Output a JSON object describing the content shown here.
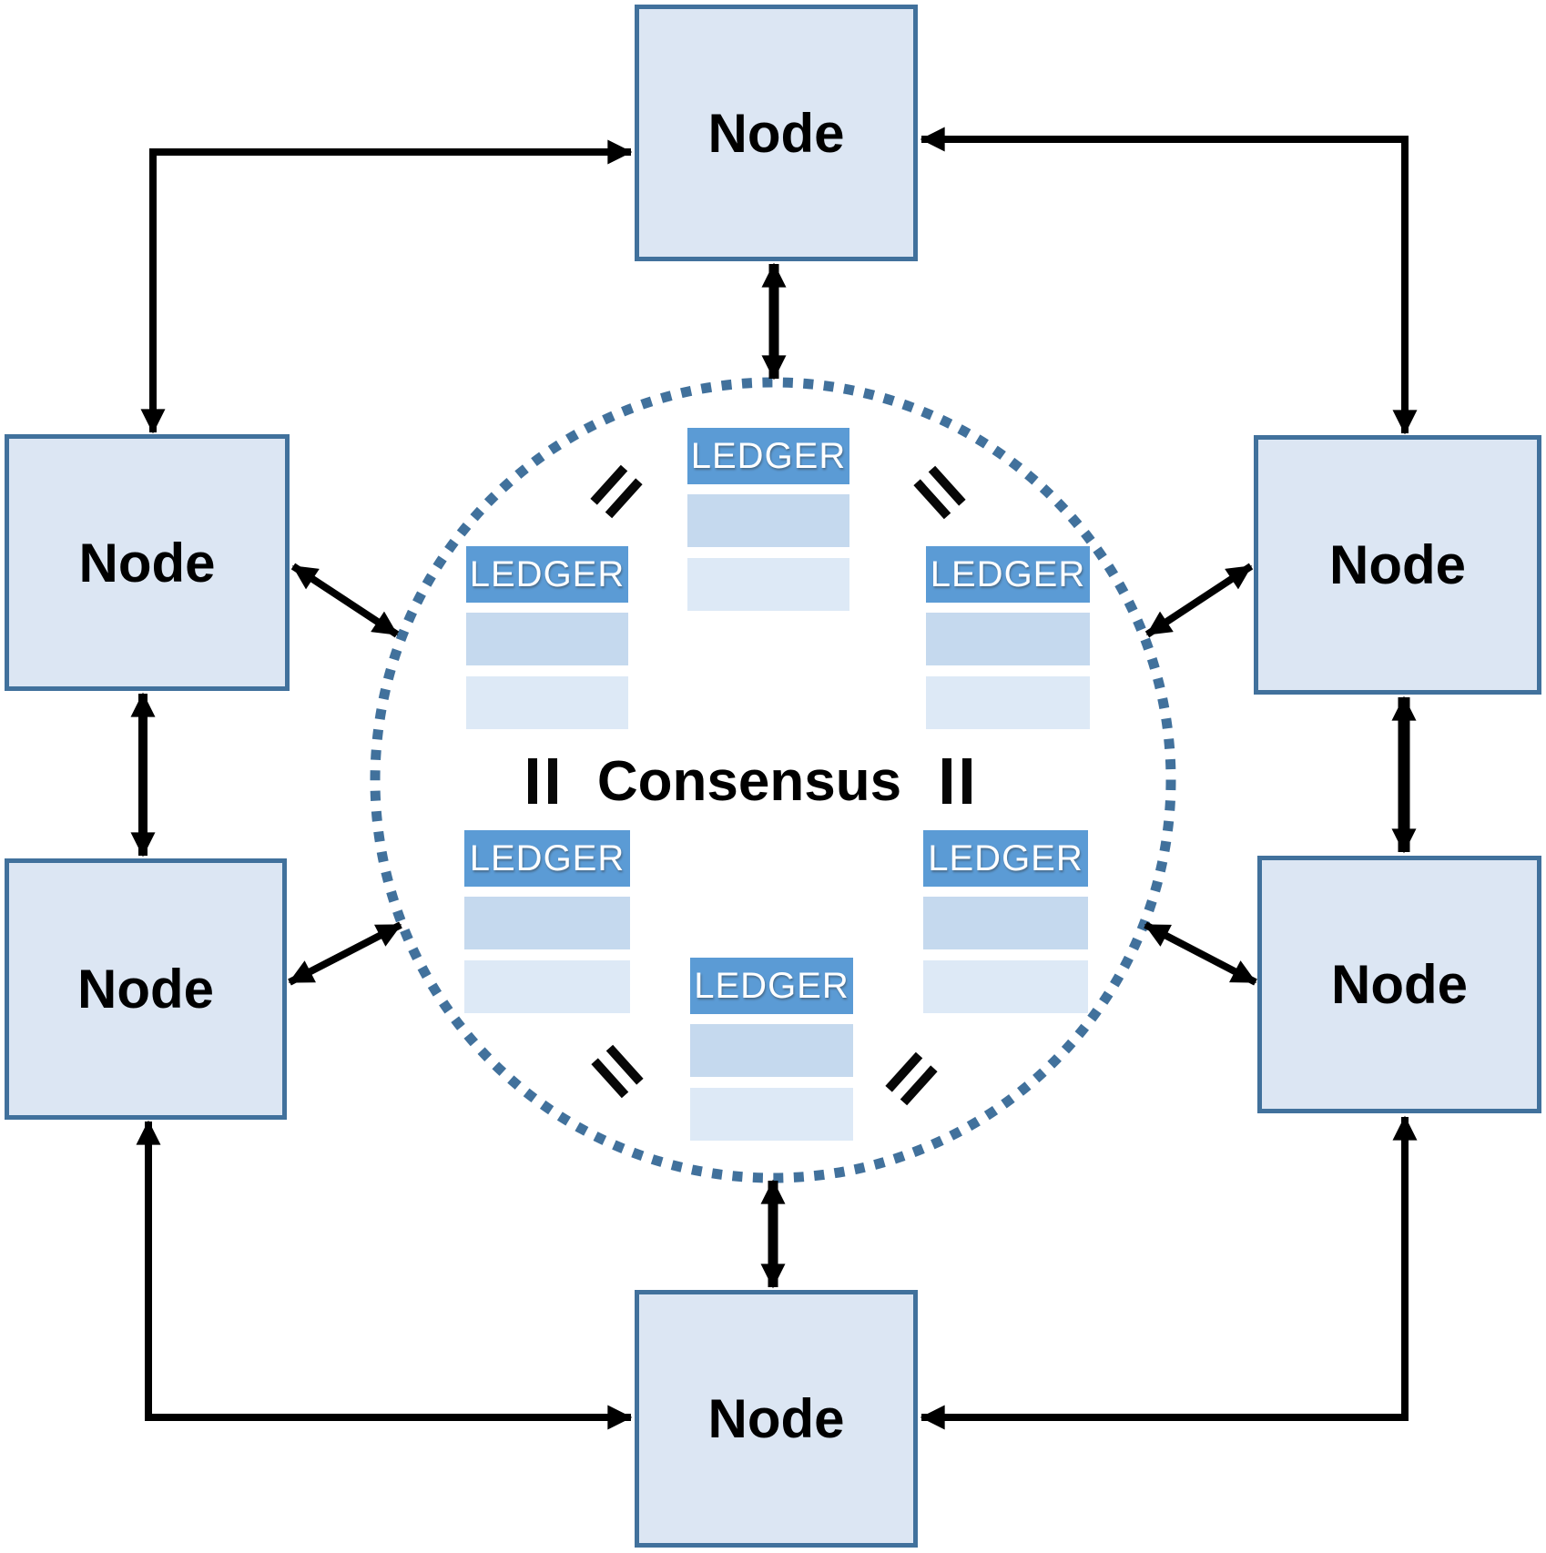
{
  "nodes": [
    {
      "id": "top",
      "label": "Node"
    },
    {
      "id": "upper-left",
      "label": "Node"
    },
    {
      "id": "upper-right",
      "label": "Node"
    },
    {
      "id": "lower-left",
      "label": "Node"
    },
    {
      "id": "lower-right",
      "label": "Node"
    },
    {
      "id": "bottom",
      "label": "Node"
    }
  ],
  "consensus": {
    "label": "Consensus"
  },
  "ledgers": [
    {
      "id": "top",
      "label": "LEDGER"
    },
    {
      "id": "upper-left",
      "label": "LEDGER"
    },
    {
      "id": "upper-right",
      "label": "LEDGER"
    },
    {
      "id": "lower-left",
      "label": "LEDGER"
    },
    {
      "id": "lower-right",
      "label": "LEDGER"
    },
    {
      "id": "bottom",
      "label": "LEDGER"
    }
  ],
  "equals_symbol": "=",
  "colors": {
    "node_fill": "#dce6f3",
    "node_border": "#41719c",
    "ledger_header": "#5b9bd5",
    "ledger_row_medium": "#c5d9ee",
    "ledger_row_light": "#dde9f6",
    "circle_dots": "#41719c",
    "arrow": "#000000"
  }
}
